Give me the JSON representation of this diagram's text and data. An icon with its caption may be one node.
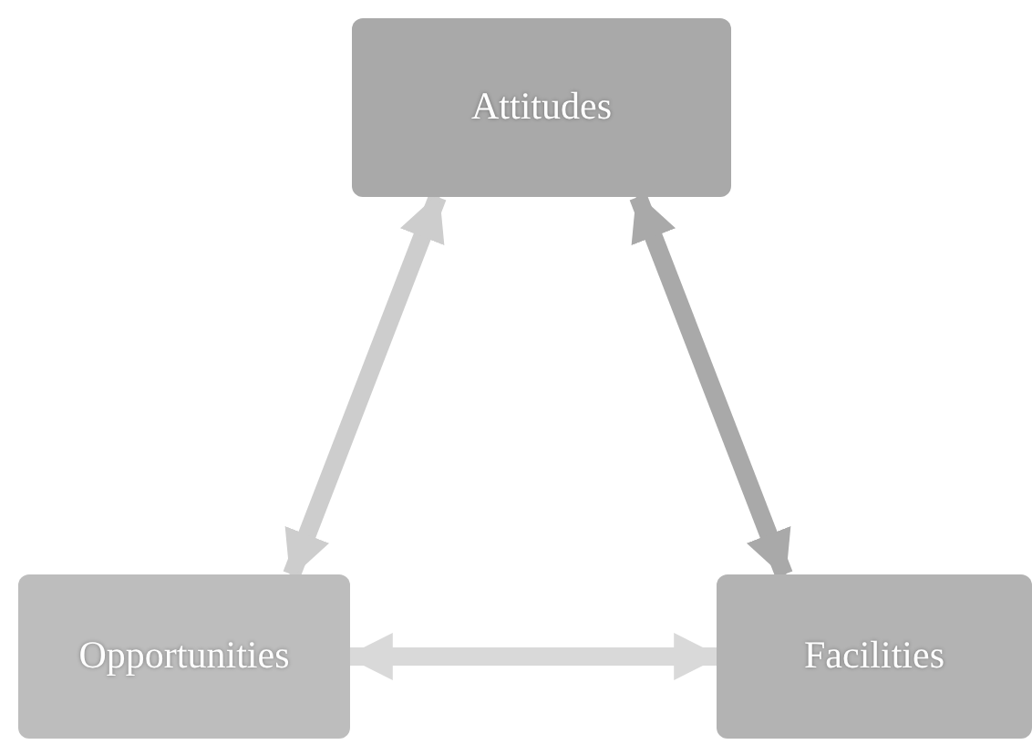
{
  "diagram": {
    "nodes": [
      {
        "text": [
          "Attitudes"
        ]
      },
      {
        "text": [
          "Opportunities"
        ]
      },
      {
        "text": [
          "Facilities"
        ]
      }
    ],
    "edges": [
      {
        "from": 0,
        "to": 1,
        "arrow": "both",
        "color": "#cdcdcd"
      },
      {
        "from": 0,
        "to": 2,
        "arrow": "both",
        "color": "#a9a9a9"
      },
      {
        "from": 1,
        "to": 2,
        "arrow": "both",
        "color": "#d9d9d9"
      }
    ]
  }
}
